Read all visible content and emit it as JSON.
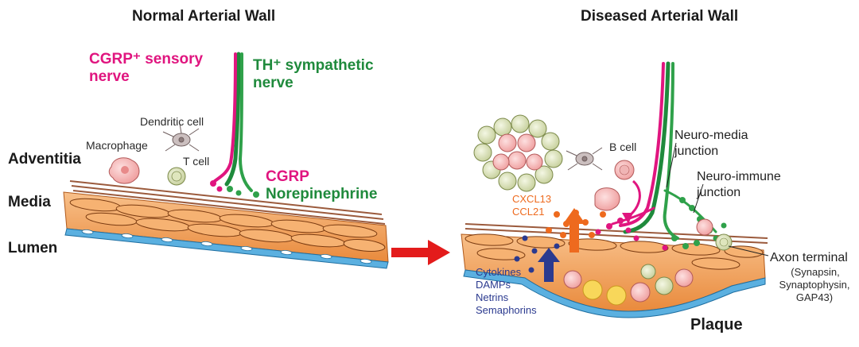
{
  "panels": {
    "normal_title": "Normal Arterial Wall",
    "diseased_title": "Diseased Arterial Wall"
  },
  "layers": {
    "adventitia": "Adventitia",
    "media": "Media",
    "lumen": "Lumen"
  },
  "normal": {
    "cgrp_nerve_1": "CGRP⁺ sensory",
    "cgrp_nerve_2": "nerve",
    "th_nerve_1": "TH⁺ sympathetic",
    "th_nerve_2": "nerve",
    "dendritic_cell": "Dendritic cell",
    "macrophage": "Macrophage",
    "t_cell": "T cell",
    "cgrp": "CGRP",
    "norepinephrine": "Norepinephrine"
  },
  "diseased": {
    "b_cell": "B cell",
    "neuro_media_1": "Neuro-media",
    "neuro_media_2": "junction",
    "neuro_immune_1": "Neuro-immune",
    "neuro_immune_2": "junction",
    "cxcl13": "CXCL13",
    "ccl21": "CCL21",
    "cytokines": "Cytokines",
    "damps": "DAMPs",
    "netrins": "Netrins",
    "semaphorins": "Semaphorins",
    "axon_terminal": "Axon terminal",
    "axon_detail_1": "(Synapsin,",
    "axon_detail_2": "Synaptophysin,",
    "axon_detail_3": "GAP43)",
    "plaque": "Plaque"
  },
  "colors": {
    "cgrp_pink": "#e0157f",
    "th_green": "#1f8a3c",
    "smooth_muscle": "#f3a463",
    "endothelium": "#4aa3d8",
    "chemokine_orange": "#ee6a1e",
    "signal_navy": "#2b3a8f",
    "arrow_red": "#e31b1b"
  }
}
